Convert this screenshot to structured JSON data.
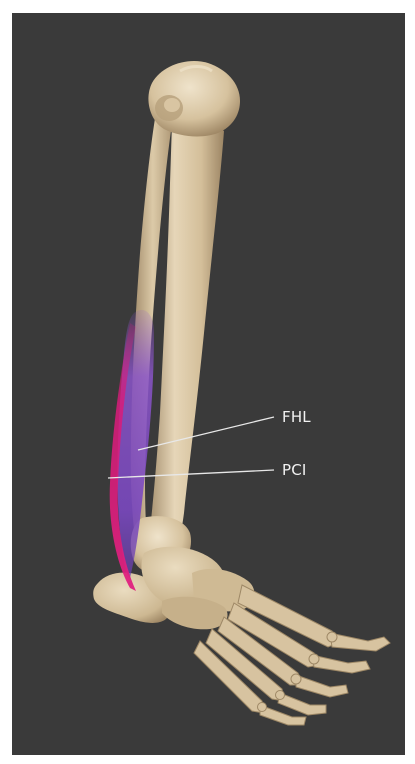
{
  "labels": [
    {
      "id": "fhl",
      "text": "FHL"
    },
    {
      "id": "pci",
      "text": "PCI"
    }
  ],
  "colors": {
    "background": "#3a3a3a",
    "bone": "#d9c5a2",
    "bone_shadow": "#a38d6c",
    "bone_highlight": "#ece0c8",
    "muscle_fhl": "#8a54c9",
    "muscle_pci": "#d81b7a",
    "leader_line": "#e8e8e8",
    "label_text": "#f2f2f2"
  },
  "subject_icon": "lower-leg-skeleton-lateral-view"
}
